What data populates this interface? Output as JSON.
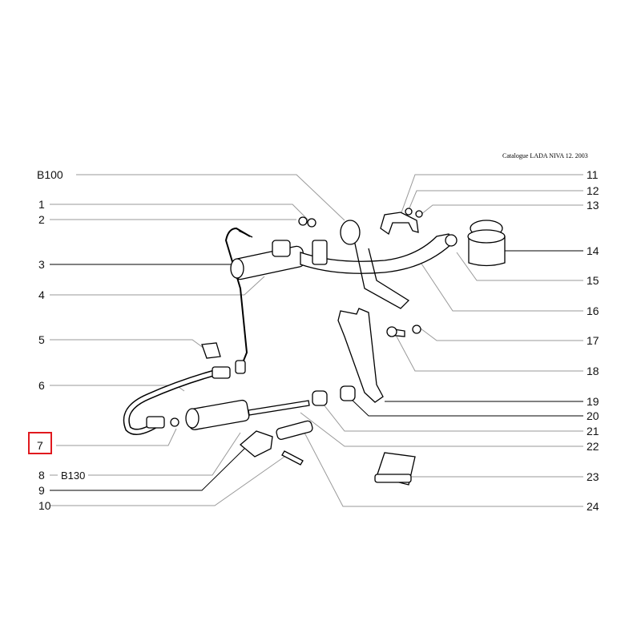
{
  "caption": "Catalogue LADA NIVA 12. 2003",
  "left_labels": [
    "B100",
    "1",
    "2",
    "3",
    "4",
    "5",
    "6",
    "7",
    "8",
    "B130",
    "9",
    "10"
  ],
  "right_labels": [
    "11",
    "12",
    "13",
    "14",
    "15",
    "16",
    "17",
    "18",
    "19",
    "20",
    "21",
    "22",
    "23",
    "24"
  ],
  "highlight": {
    "label": "7",
    "color": "#e0191e"
  }
}
